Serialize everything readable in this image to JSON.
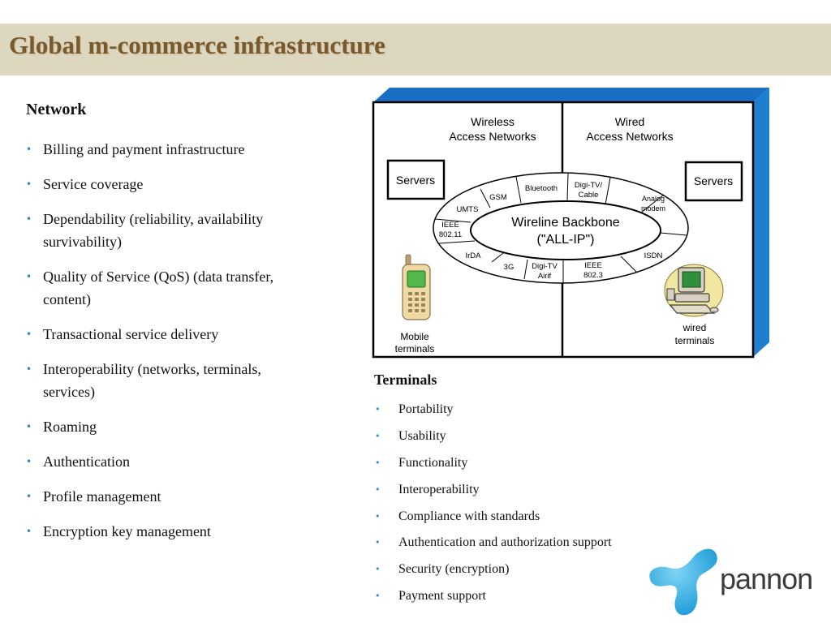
{
  "title": "Global m-commerce infrastructure",
  "network": {
    "heading": "Network",
    "items": [
      "Billing and payment infrastructure",
      "Service coverage",
      "Dependability (reliability, availability survivability)",
      "Quality of Service (QoS) (data transfer, content)",
      "Transactional service delivery",
      "Interoperability (networks, terminals, services)",
      "Roaming",
      "Authentication",
      "Profile management",
      "Encryption key management"
    ]
  },
  "diagram": {
    "wireless_label": [
      "Wireless",
      "Access Networks"
    ],
    "wired_label": [
      "Wired",
      "Access Networks"
    ],
    "servers_left": "Servers",
    "servers_right": "Servers",
    "backbone": [
      "Wireline Backbone",
      "(\"ALL-IP\")"
    ],
    "ring_labels": {
      "bluetooth": "Bluetooth",
      "gsm": "GSM",
      "umts": "UMTS",
      "ieee80211": [
        "IEEE",
        "802.11"
      ],
      "irda": "IrDA",
      "threeg": "3G",
      "digitv_airif": [
        "Digi-TV",
        "Airif"
      ],
      "ieee8023": [
        "IEEE",
        "802.3"
      ],
      "isdn": "ISDN",
      "analog_modem": [
        "Analog",
        "modem"
      ],
      "digitv_cable": [
        "Digi-TV/",
        "Cable"
      ]
    },
    "mobile_terminals": [
      "Mobile",
      "terminals"
    ],
    "wired_terminals": [
      "wired",
      "terminals"
    ]
  },
  "terminals": {
    "heading": "Terminals",
    "items": [
      "Portability",
      "Usability",
      "Functionality",
      "Interoperability",
      "Compliance with standards",
      "Authentication and authorization support",
      "Security (encryption)",
      "Payment support"
    ]
  },
  "logo": {
    "text": "pannon"
  },
  "colors": {
    "accent_blue": "#1e7fd0",
    "title_brown": "#7a5a2c",
    "title_band": "#ddd7bf"
  }
}
